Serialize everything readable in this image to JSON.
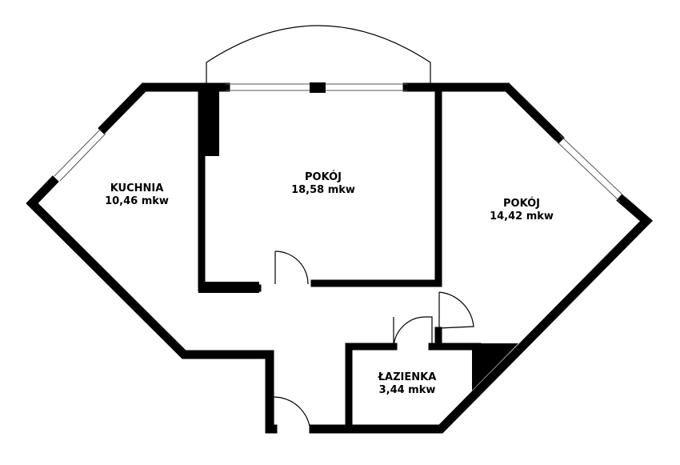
{
  "rooms": [
    {
      "id": "kuchnia",
      "name": "KUCHNIA",
      "area": "10,46 mkw"
    },
    {
      "id": "pokoj-1",
      "name": "POKÓJ",
      "area": "18,58 mkw"
    },
    {
      "id": "pokoj-2",
      "name": "POKÓJ",
      "area": "14,42 mkw"
    },
    {
      "id": "lazienka",
      "name": "ŁAZIENKA",
      "area": "3,44 mkw"
    }
  ],
  "colors": {
    "wall": "#000000",
    "background": "#ffffff",
    "window_line": "#555555"
  }
}
